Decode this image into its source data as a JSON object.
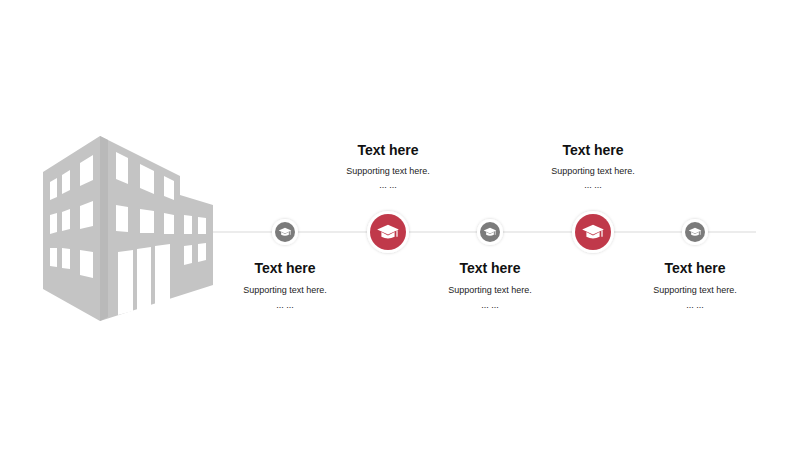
{
  "diagram": {
    "nodes": [
      {
        "text": [
          "Text here",
          "Supporting text here.",
          "... ..."
        ]
      },
      {
        "text": [
          "Text here",
          "Supporting text here.",
          "... ..."
        ]
      },
      {
        "text": [
          "Text here",
          "Supporting text here.",
          "... ..."
        ]
      },
      {
        "text": [
          "Text here",
          "Supporting text here.",
          "... ..."
        ]
      },
      {
        "text": [
          "Text here",
          "Supporting text here.",
          "... ..."
        ]
      }
    ],
    "edges": [
      {
        "from": 0,
        "to": 1,
        "arrow": "none"
      },
      {
        "from": 1,
        "to": 2,
        "arrow": "none"
      },
      {
        "from": 2,
        "to": 3,
        "arrow": "none"
      },
      {
        "from": 3,
        "to": 4,
        "arrow": "none"
      }
    ]
  }
}
